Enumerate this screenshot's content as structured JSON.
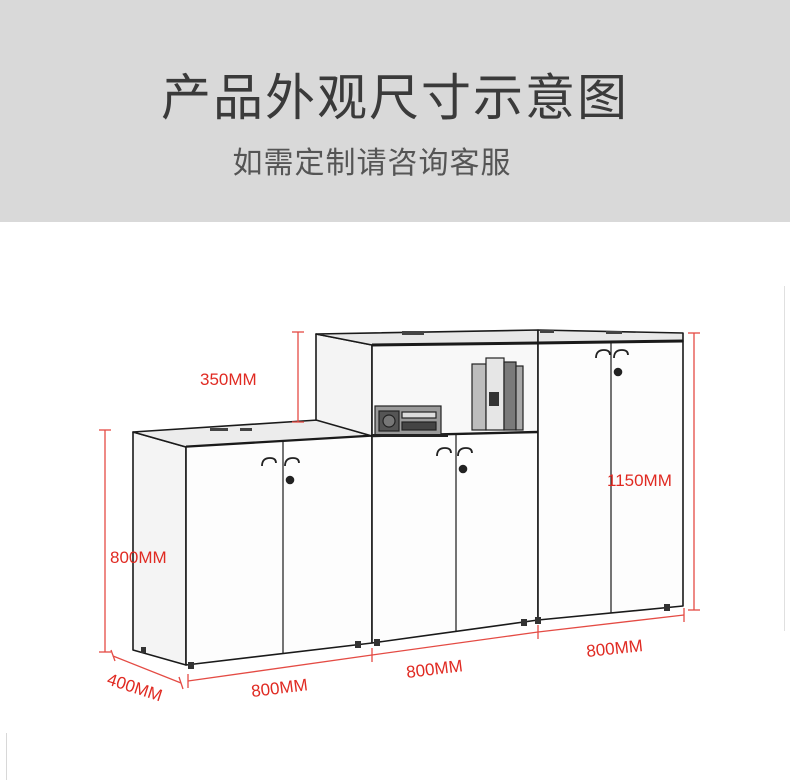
{
  "header": {
    "title": "产品外观尺寸示意图",
    "subtitle": "如需定制请咨询客服"
  },
  "dimensions": {
    "top_height": "350MM",
    "left_height": "800MM",
    "right_height": "1150MM",
    "depth": "400MM",
    "width_left": "800MM",
    "width_middle": "800MM",
    "width_right": "800MM"
  },
  "colors": {
    "header_bg": "#d9d9d9",
    "dimension": "#e02a22",
    "cabinet_outline": "#1a1a1a"
  }
}
